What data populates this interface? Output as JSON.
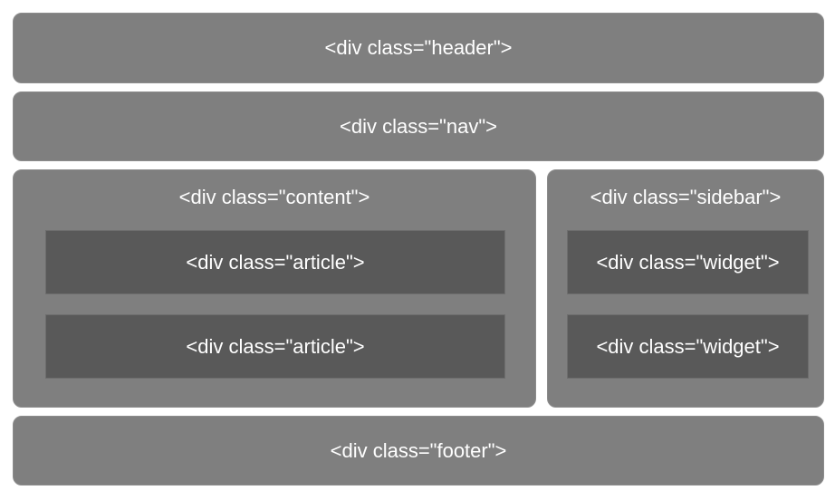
{
  "layout": {
    "header": "<div class=\"header\">",
    "nav": "<div class=\"nav\">",
    "content": {
      "label": "<div class=\"content\">",
      "articles": [
        "<div class=\"article\">",
        "<div class=\"article\">"
      ]
    },
    "sidebar": {
      "label": "<div class=\"sidebar\">",
      "widgets": [
        "<div class=\"widget\">",
        "<div class=\"widget\">"
      ]
    },
    "footer": "<div class=\"footer\">"
  },
  "colors": {
    "outer_box": "#7f7f7f",
    "inner_box": "#595959",
    "text": "#ffffff",
    "background": "#ffffff"
  }
}
